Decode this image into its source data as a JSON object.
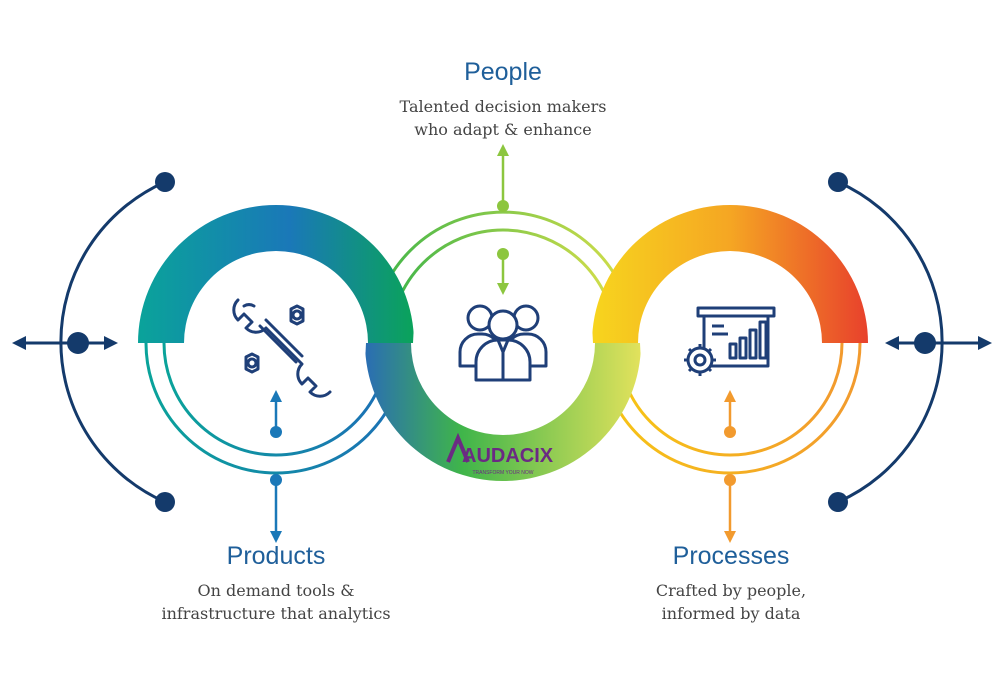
{
  "people": {
    "title": "People",
    "desc_line1": "Talented decision makers",
    "desc_line2": "who adapt & enhance"
  },
  "products": {
    "title": "Products",
    "desc_line1": "On demand tools &",
    "desc_line2": "infrastructure that analytics"
  },
  "processes": {
    "title": "Processes",
    "desc_line1": "Crafted by people,",
    "desc_line2": "informed by data"
  },
  "logo": {
    "name": "AUDACIX",
    "tagline": "TRANSFORM YOUR NOW"
  },
  "icons": {
    "products": "tools-icon",
    "people": "team-icon",
    "processes": "presentation-chart-icon"
  },
  "colors": {
    "navy": "#143a6b",
    "teal": "#0aa39a",
    "blue": "#1c6fb6",
    "green": "#3fb54a",
    "lime": "#d6df4a",
    "yellow": "#f7c515",
    "orange": "#f29a2e",
    "red": "#e8412c",
    "logo_purple": "#6b2a83"
  }
}
